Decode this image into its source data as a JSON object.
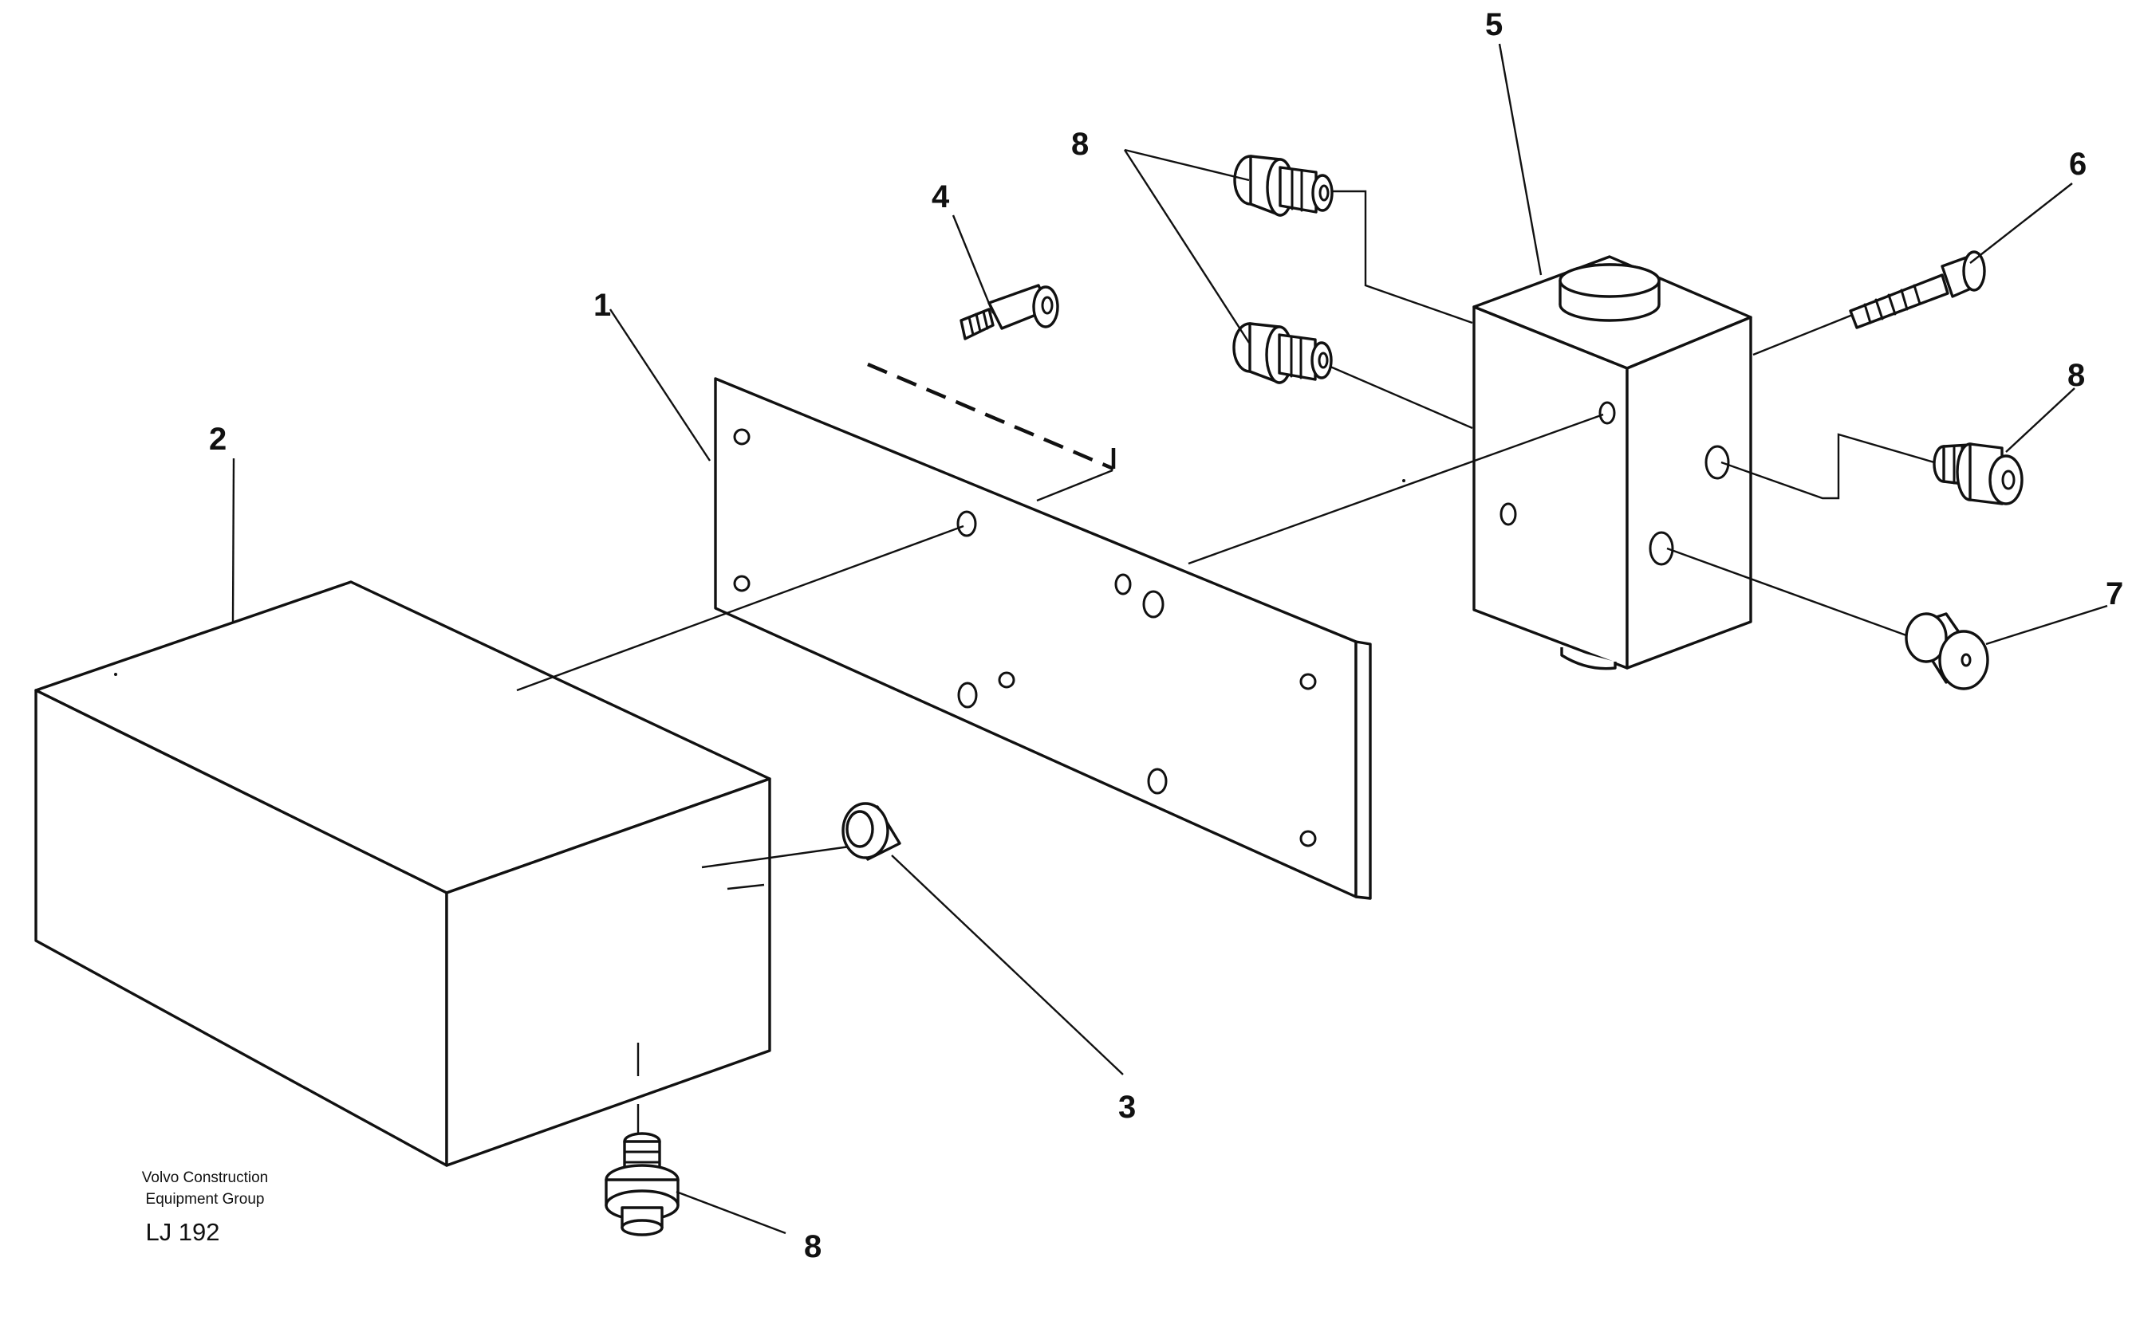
{
  "diagram": {
    "callouts": {
      "c1": "1",
      "c2": "2",
      "c3": "3",
      "c4": "4",
      "c5": "5",
      "c6": "6",
      "c7": "7",
      "c8a": "8",
      "c8b": "8",
      "c8c": "8"
    },
    "credit_line1": "Volvo Construction",
    "credit_line2": "Equipment Group",
    "figure_code": "LJ 192"
  }
}
